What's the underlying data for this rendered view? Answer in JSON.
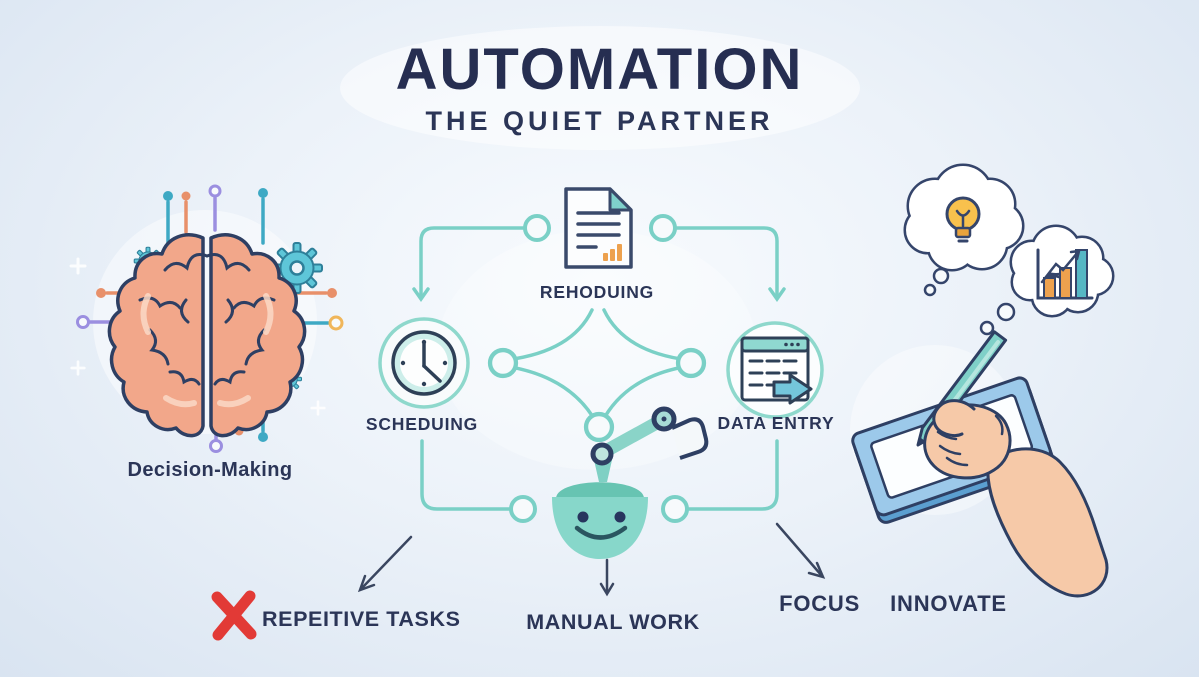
{
  "header": {
    "title": "AUTOMATION",
    "subtitle": "THE QUIET PARTNER"
  },
  "left_section": {
    "caption": "Decision-Making",
    "icon": "brain-with-circuits"
  },
  "flow": {
    "reporting_label": "REHODUING",
    "scheduling_label": "SCHEDUING",
    "data_entry_label": "DATA ENTRY",
    "icons": [
      "document-icon",
      "clock-icon",
      "spreadsheet-arrow-icon",
      "robot-icon"
    ]
  },
  "right_section": {
    "icons": [
      "thought-bubble-lightbulb-icon",
      "thought-bubble-chart-icon",
      "hand-pen-tablet-icon"
    ]
  },
  "outcomes": {
    "repetitive_label": "REPEITIVE TASKS",
    "repetitive_icon": "red-x-icon",
    "manual_label": "MANUAL WORK",
    "focus_label": "FOCUS",
    "innovate_label": "INNOVATE"
  },
  "colors": {
    "navy": "#2b3557",
    "teal_line": "#7ad0c6",
    "robot_teal": "#84d5c8",
    "gear_teal": "#5ec6d8",
    "orange": "#e8906a",
    "purple": "#9b8fe0",
    "red_x": "#e23a36",
    "brain_peach": "#f2a78a",
    "hand_peach": "#f6c9a8",
    "tablet_blue": "#9cc9ea",
    "bulb_yellow": "#f8c14d",
    "bar_orange": "#eda14e",
    "bar_teal": "#56b7c4"
  }
}
